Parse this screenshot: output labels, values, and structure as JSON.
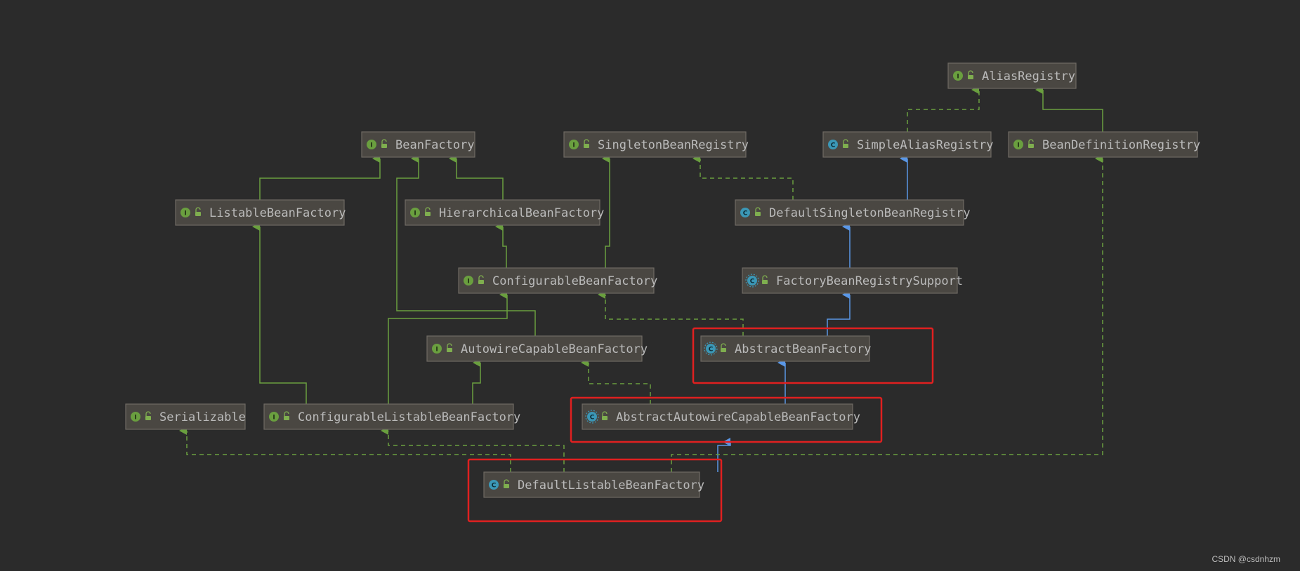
{
  "colors": {
    "background": "#2b2b2b",
    "interface_badge": "#6a9f3f",
    "class_badge": "#3b97b6",
    "interface_edge": "#6a9f3f",
    "class_edge": "#5a97e6",
    "highlight": "#e02020"
  },
  "nodes": {
    "AliasRegistry": {
      "label": "AliasRegistry",
      "kind": "interface",
      "badge": "I"
    },
    "BeanFactory": {
      "label": "BeanFactory",
      "kind": "interface",
      "badge": "I"
    },
    "SingletonBeanRegistry": {
      "label": "SingletonBeanRegistry",
      "kind": "interface",
      "badge": "I"
    },
    "SimpleAliasRegistry": {
      "label": "SimpleAliasRegistry",
      "kind": "class",
      "badge": "C"
    },
    "BeanDefinitionRegistry": {
      "label": "BeanDefinitionRegistry",
      "kind": "interface",
      "badge": "I"
    },
    "ListableBeanFactory": {
      "label": "ListableBeanFactory",
      "kind": "interface",
      "badge": "I"
    },
    "HierarchicalBeanFactory": {
      "label": "HierarchicalBeanFactory",
      "kind": "interface",
      "badge": "I"
    },
    "DefaultSingletonBeanRegistry": {
      "label": "DefaultSingletonBeanRegistry",
      "kind": "class",
      "badge": "C"
    },
    "ConfigurableBeanFactory": {
      "label": "ConfigurableBeanFactory",
      "kind": "interface",
      "badge": "I"
    },
    "FactoryBeanRegistrySupport": {
      "label": "FactoryBeanRegistrySupport",
      "kind": "abstract",
      "badge": "C"
    },
    "AutowireCapableBeanFactory": {
      "label": "AutowireCapableBeanFactory",
      "kind": "interface",
      "badge": "I"
    },
    "AbstractBeanFactory": {
      "label": "AbstractBeanFactory",
      "kind": "abstract",
      "badge": "C"
    },
    "Serializable": {
      "label": "Serializable",
      "kind": "interface",
      "badge": "I"
    },
    "ConfigurableListableBeanFactory": {
      "label": "ConfigurableListableBeanFactory",
      "kind": "interface",
      "badge": "I"
    },
    "AbstractAutowireCapableBeanFactory": {
      "label": "AbstractAutowireCapableBeanFactory",
      "kind": "abstract",
      "badge": "C"
    },
    "DefaultListableBeanFactory": {
      "label": "DefaultListableBeanFactory",
      "kind": "class",
      "badge": "C"
    }
  },
  "edges": [
    {
      "from": "ListableBeanFactory",
      "to": "BeanFactory",
      "type": "extends-interface"
    },
    {
      "from": "HierarchicalBeanFactory",
      "to": "BeanFactory",
      "type": "extends-interface"
    },
    {
      "from": "AutowireCapableBeanFactory",
      "to": "BeanFactory",
      "type": "extends-interface"
    },
    {
      "from": "ConfigurableBeanFactory",
      "to": "HierarchicalBeanFactory",
      "type": "extends-interface"
    },
    {
      "from": "ConfigurableBeanFactory",
      "to": "SingletonBeanRegistry",
      "type": "extends-interface"
    },
    {
      "from": "ConfigurableListableBeanFactory",
      "to": "ListableBeanFactory",
      "type": "extends-interface"
    },
    {
      "from": "ConfigurableListableBeanFactory",
      "to": "ConfigurableBeanFactory",
      "type": "extends-interface"
    },
    {
      "from": "ConfigurableListableBeanFactory",
      "to": "AutowireCapableBeanFactory",
      "type": "extends-interface"
    },
    {
      "from": "BeanDefinitionRegistry",
      "to": "AliasRegistry",
      "type": "extends-interface"
    },
    {
      "from": "SimpleAliasRegistry",
      "to": "AliasRegistry",
      "type": "implements"
    },
    {
      "from": "DefaultSingletonBeanRegistry",
      "to": "SimpleAliasRegistry",
      "type": "extends-class"
    },
    {
      "from": "DefaultSingletonBeanRegistry",
      "to": "SingletonBeanRegistry",
      "type": "implements"
    },
    {
      "from": "FactoryBeanRegistrySupport",
      "to": "DefaultSingletonBeanRegistry",
      "type": "extends-class"
    },
    {
      "from": "AbstractBeanFactory",
      "to": "FactoryBeanRegistrySupport",
      "type": "extends-class"
    },
    {
      "from": "AbstractBeanFactory",
      "to": "ConfigurableBeanFactory",
      "type": "implements"
    },
    {
      "from": "AbstractAutowireCapableBeanFactory",
      "to": "AbstractBeanFactory",
      "type": "extends-class"
    },
    {
      "from": "AbstractAutowireCapableBeanFactory",
      "to": "AutowireCapableBeanFactory",
      "type": "implements"
    },
    {
      "from": "DefaultListableBeanFactory",
      "to": "AbstractAutowireCapableBeanFactory",
      "type": "extends-class"
    },
    {
      "from": "DefaultListableBeanFactory",
      "to": "ConfigurableListableBeanFactory",
      "type": "implements"
    },
    {
      "from": "DefaultListableBeanFactory",
      "to": "Serializable",
      "type": "implements"
    },
    {
      "from": "DefaultListableBeanFactory",
      "to": "BeanDefinitionRegistry",
      "type": "implements"
    }
  ],
  "highlighted": [
    "AbstractBeanFactory",
    "AbstractAutowireCapableBeanFactory",
    "DefaultListableBeanFactory"
  ],
  "watermark": "CSDN @csdnhzm"
}
